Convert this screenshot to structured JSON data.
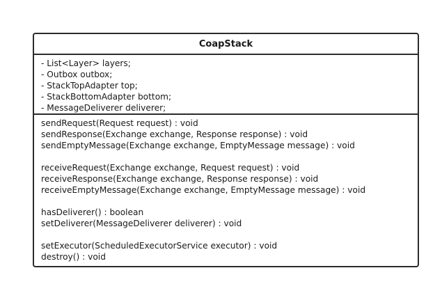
{
  "class": {
    "name": "CoapStack",
    "attributes": [
      "- List<Layer> layers;",
      "- Outbox outbox;",
      "- StackTopAdapter top;",
      "- StackBottomAdapter bottom;",
      "- MessageDeliverer deliverer;"
    ],
    "operations": [
      "sendRequest(Request request) : void",
      "sendResponse(Exchange exchange, Response response) : void",
      "sendEmptyMessage(Exchange exchange, EmptyMessage message) : void",
      "receiveRequest(Exchange exchange, Request request) : void",
      "receiveResponse(Exchange exchange, Response response) : void",
      "receiveEmptyMessage(Exchange exchange, EmptyMessage message) : void",
      "hasDeliverer() : boolean",
      "setDeliverer(MessageDeliverer deliverer) : void",
      "setExecutor(ScheduledExecutorService executor) : void",
      "destroy() : void"
    ]
  }
}
